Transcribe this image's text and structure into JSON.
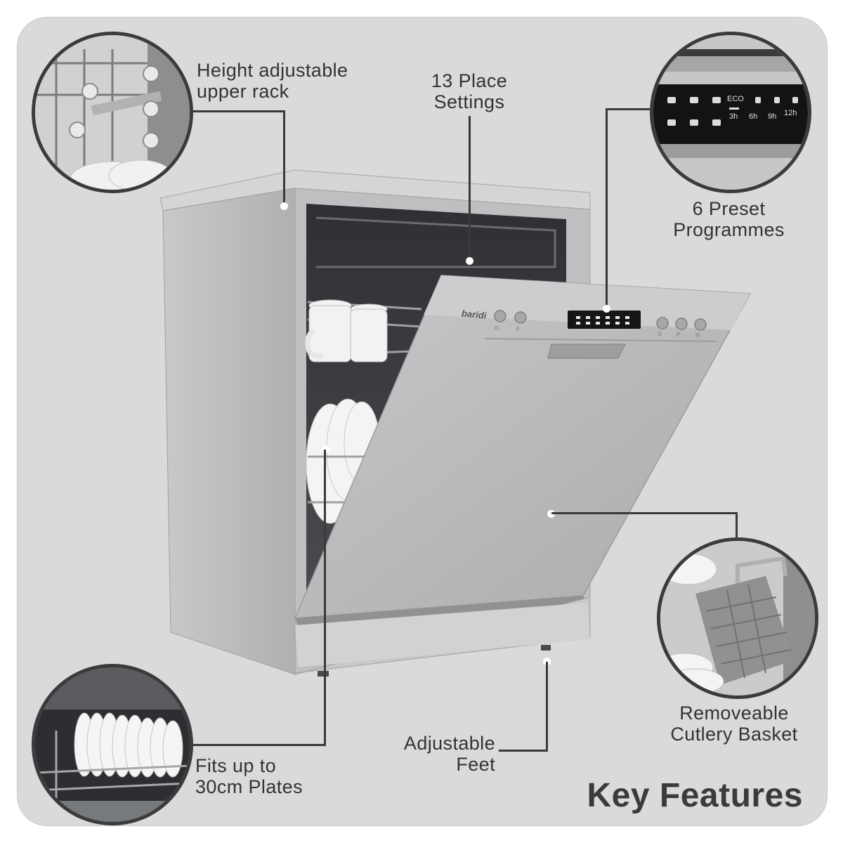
{
  "features": {
    "upper_rack": [
      "Height adjustable",
      "upper rack"
    ],
    "place_settings": [
      "13 Place",
      "Settings"
    ],
    "programmes": [
      "6 Preset",
      "Programmes"
    ],
    "cutlery": [
      "Removeable",
      "Cutlery Basket"
    ],
    "feet": [
      "Adjustable",
      "Feet"
    ],
    "plates": [
      "Fits up to",
      "30cm Plates"
    ]
  },
  "title": "Key Features",
  "brand": "baridi",
  "panel": {
    "eco": "ECO",
    "timers": [
      "3h",
      "6h",
      "9h",
      "12h"
    ],
    "buttons_left": [
      "O",
      "F"
    ],
    "buttons_right": [
      "G",
      "P",
      "H"
    ]
  },
  "colors": {
    "background": "#d9dadc",
    "accent_lines": "#3a3a3a",
    "appliance": "#b9bbbd"
  }
}
